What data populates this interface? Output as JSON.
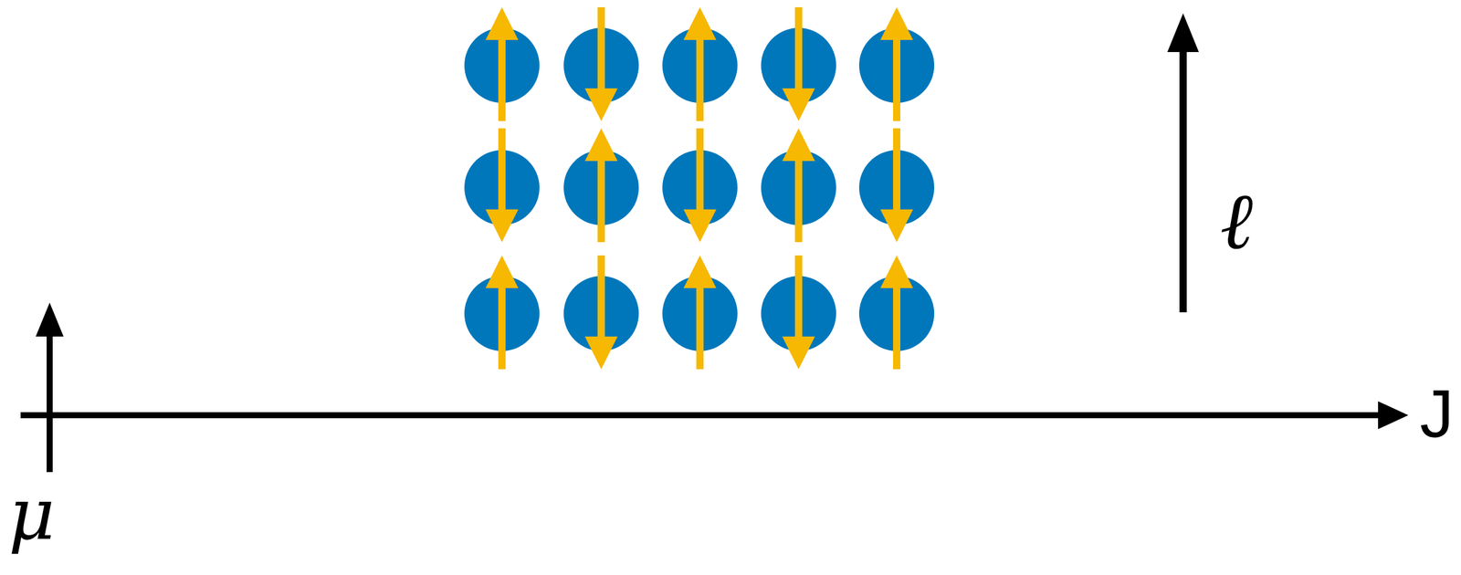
{
  "diagram": {
    "labels": [
      "μ",
      "J",
      "ℓ"
    ]
  }
}
